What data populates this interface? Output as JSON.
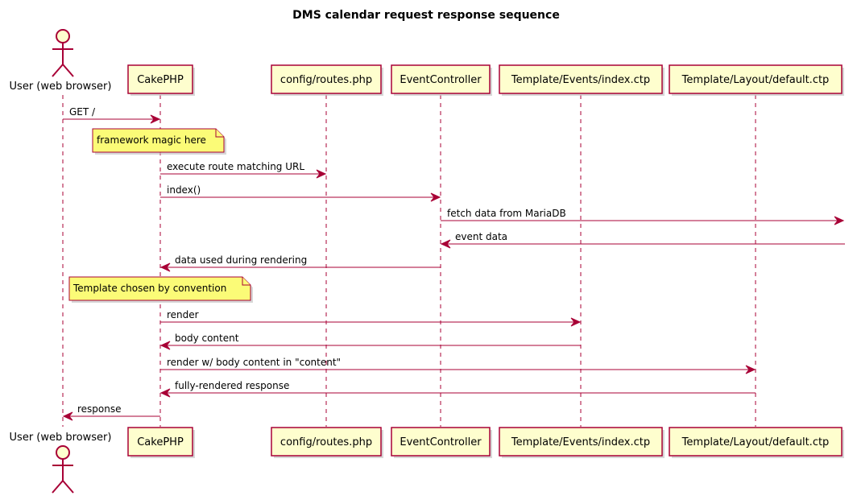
{
  "diagram": {
    "title": "DMS calendar request response sequence",
    "actor": {
      "label": "User (web browser)"
    },
    "participants": [
      {
        "id": "cake",
        "label": "CakePHP"
      },
      {
        "id": "routes",
        "label": "config/routes.php"
      },
      {
        "id": "event",
        "label": "EventController"
      },
      {
        "id": "index",
        "label": "Template/Events/index.ctp"
      },
      {
        "id": "layout",
        "label": "Template/Layout/default.ctp"
      }
    ],
    "messages": [
      {
        "label": "GET /",
        "from": "user",
        "to": "cake"
      },
      {
        "label": "execute route matching URL",
        "from": "cake",
        "to": "routes"
      },
      {
        "label": "index()",
        "from": "cake",
        "to": "event"
      },
      {
        "label": "fetch data from MariaDB",
        "from": "event",
        "to": "offscreen"
      },
      {
        "label": "event data",
        "from": "offscreen",
        "to": "event"
      },
      {
        "label": "data used during rendering",
        "from": "event",
        "to": "cake"
      },
      {
        "label": "render",
        "from": "cake",
        "to": "index"
      },
      {
        "label": "body content",
        "from": "index",
        "to": "cake"
      },
      {
        "label": "render w/ body content in \"content\"",
        "from": "cake",
        "to": "layout"
      },
      {
        "label": "fully-rendered response",
        "from": "layout",
        "to": "cake"
      },
      {
        "label": "response",
        "from": "cake",
        "to": "user"
      }
    ],
    "notes": [
      {
        "text": "framework magic here",
        "over": "cake"
      },
      {
        "text": "Template chosen by convention",
        "over": "cake"
      }
    ]
  },
  "colors": {
    "border": "#A80036",
    "participant_fill": "#FEFECE",
    "note_fill": "#FBFB77"
  }
}
